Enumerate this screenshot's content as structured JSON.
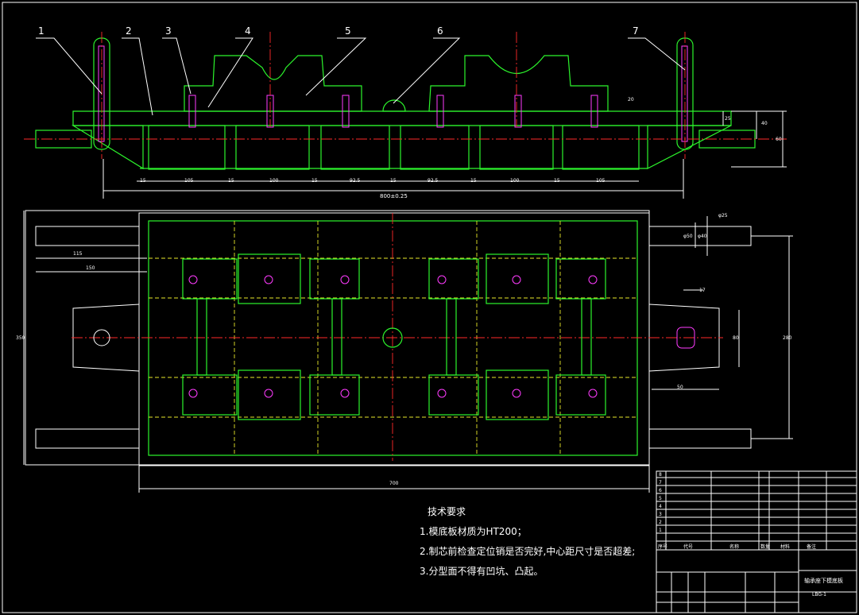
{
  "drawing": {
    "callouts": [
      "1",
      "2",
      "3",
      "4",
      "5",
      "6",
      "7"
    ],
    "side_view_dims": {
      "segments": [
        "15",
        "105",
        "15",
        "100",
        "15",
        "92.5",
        "15",
        "92.5",
        "15",
        "100",
        "15",
        "105"
      ],
      "overall": "800±0.25",
      "right_small": "25",
      "right_mid": "40",
      "right_total": "60",
      "top_label": "20"
    },
    "plan_view_dims": {
      "left_115": "115",
      "left_150": "150",
      "left_height": "350",
      "bottom_width": "700",
      "right_phi25": "φ25",
      "right_phi50": "φ50",
      "right_phi40": "φ40",
      "right_80": "80",
      "right_50": "50",
      "right_17": "17",
      "right_280": "280"
    }
  },
  "notes": {
    "title": "技术要求",
    "items": [
      "1.模底板材质为HT200；",
      "2.制芯前检查定位销是否完好,中心距尺寸是否超差;",
      "3.分型面不得有凹坑、凸起。"
    ]
  },
  "title_block": {
    "rows": [
      "8",
      "7",
      "6",
      "5",
      "4",
      "3",
      "2",
      "1"
    ],
    "header": [
      "序号",
      "代号",
      "名称",
      "数量",
      "材料",
      "备注"
    ],
    "drawing_name": "轴承座下模底板",
    "drawing_code": "LBG-1"
  }
}
